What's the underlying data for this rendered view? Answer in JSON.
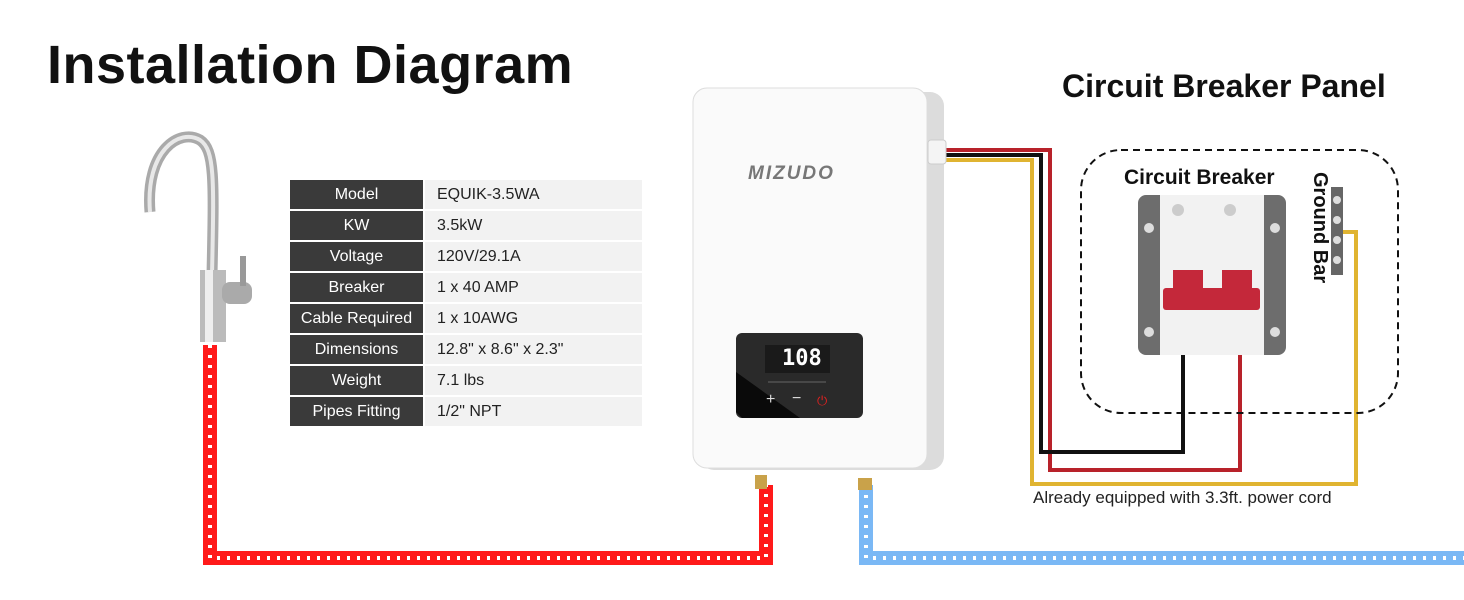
{
  "title": "Installation Diagram",
  "panel_title": "Circuit Breaker Panel",
  "circuit_breaker_label": "Circuit Breaker",
  "ground_bar_label": "Ground Bar",
  "cord_note": "Already equipped with 3.3ft. power cord",
  "heater": {
    "brand": "MIZUDO",
    "display_temp": "108",
    "plus": "+",
    "minus": "−",
    "power": "⏻"
  },
  "specs": [
    {
      "key": "Model",
      "value": "EQUIK-3.5WA"
    },
    {
      "key": "KW",
      "value": "3.5kW"
    },
    {
      "key": "Voltage",
      "value": "120V/29.1A"
    },
    {
      "key": "Breaker",
      "value": "1 x 40 AMP"
    },
    {
      "key": "Cable Required",
      "value": "1 x 10AWG"
    },
    {
      "key": "Dimensions",
      "value": "12.8\" x 8.6\" x 2.3\""
    },
    {
      "key": "Weight",
      "value": "7.1 lbs"
    },
    {
      "key": "Pipes Fitting",
      "value": "1/2\" NPT"
    }
  ],
  "colors": {
    "hot": "#ff1a1a",
    "cold": "#7ab8f5",
    "live": "#b8222a",
    "neutral": "#111111",
    "ground": "#e0b431"
  }
}
